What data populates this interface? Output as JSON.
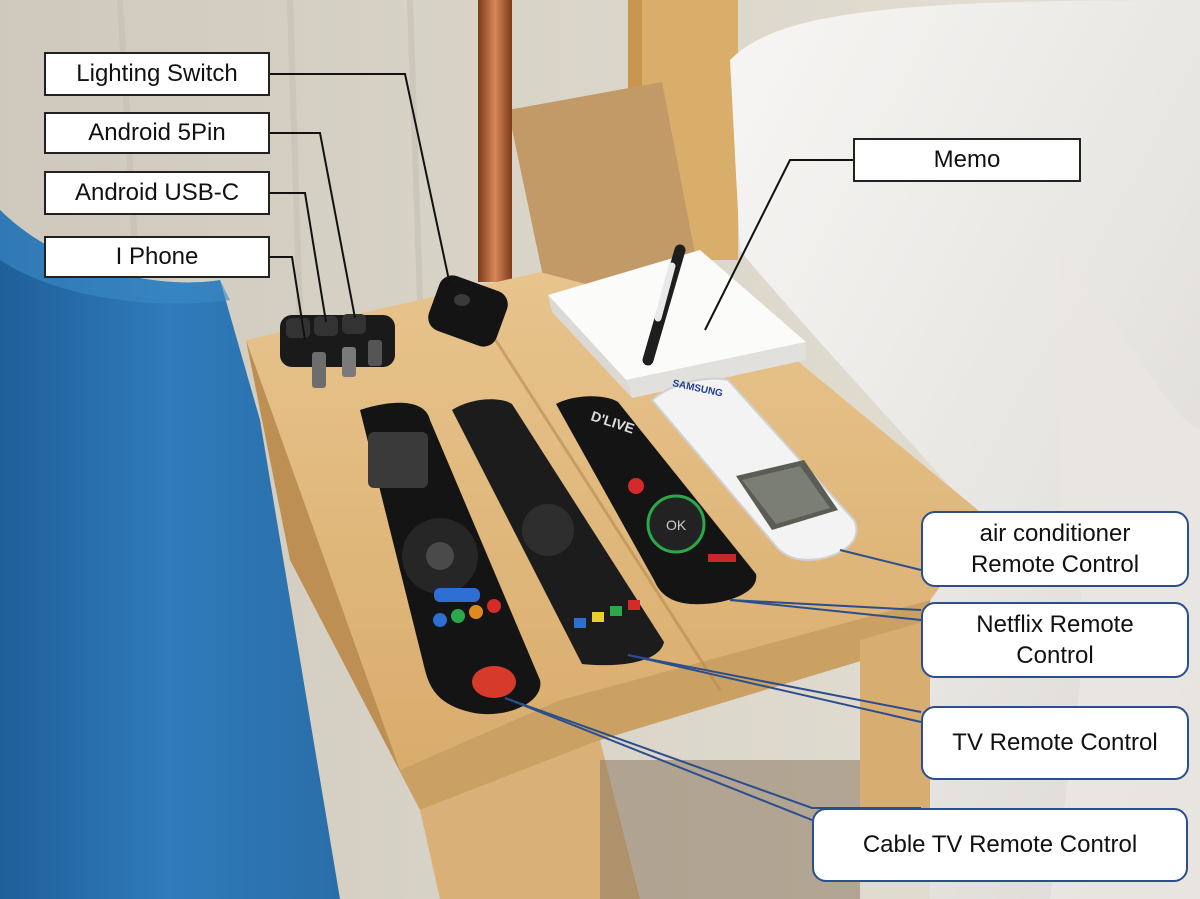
{
  "labels": {
    "lighting_switch": "Lighting Switch",
    "android_5pin": "Android 5Pin",
    "android_usbc": "Android USB-C",
    "iphone": "I Phone",
    "memo": "Memo",
    "air_conditioner": "air conditioner\nRemote Control",
    "netflix": "Netflix Remote\nControl",
    "tv": "TV Remote Control",
    "cable_tv": "Cable TV Remote Control"
  },
  "brands": {
    "dlive": "D'LIVE",
    "samsung": "SAMSUNG",
    "ok": "OK"
  },
  "colors": {
    "label_border_square": "#222222",
    "label_border_round": "#2b4e8c",
    "wood": "#e2bd84",
    "sofa": "#2f78b5",
    "bedding": "#f1efec"
  }
}
